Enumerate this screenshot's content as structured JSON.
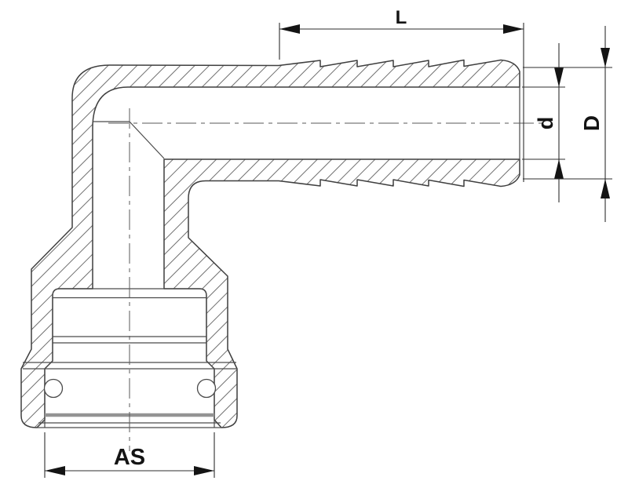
{
  "drawing": {
    "kind": "elbow hose-barb push-in fitting cross-section",
    "labels": {
      "length": "L",
      "inner_diameter": "d",
      "outer_diameter": "D",
      "socket_width": "AS"
    }
  },
  "colors": {
    "background": "#ffffff",
    "outline": "#3f3f3f",
    "inner_line": "#4a4a4a",
    "hatch": "#6f6f6f",
    "centerline": "#5a5a5a",
    "dimension": "#2e2e2e",
    "label": "#141414",
    "collet_band": "#939393"
  }
}
